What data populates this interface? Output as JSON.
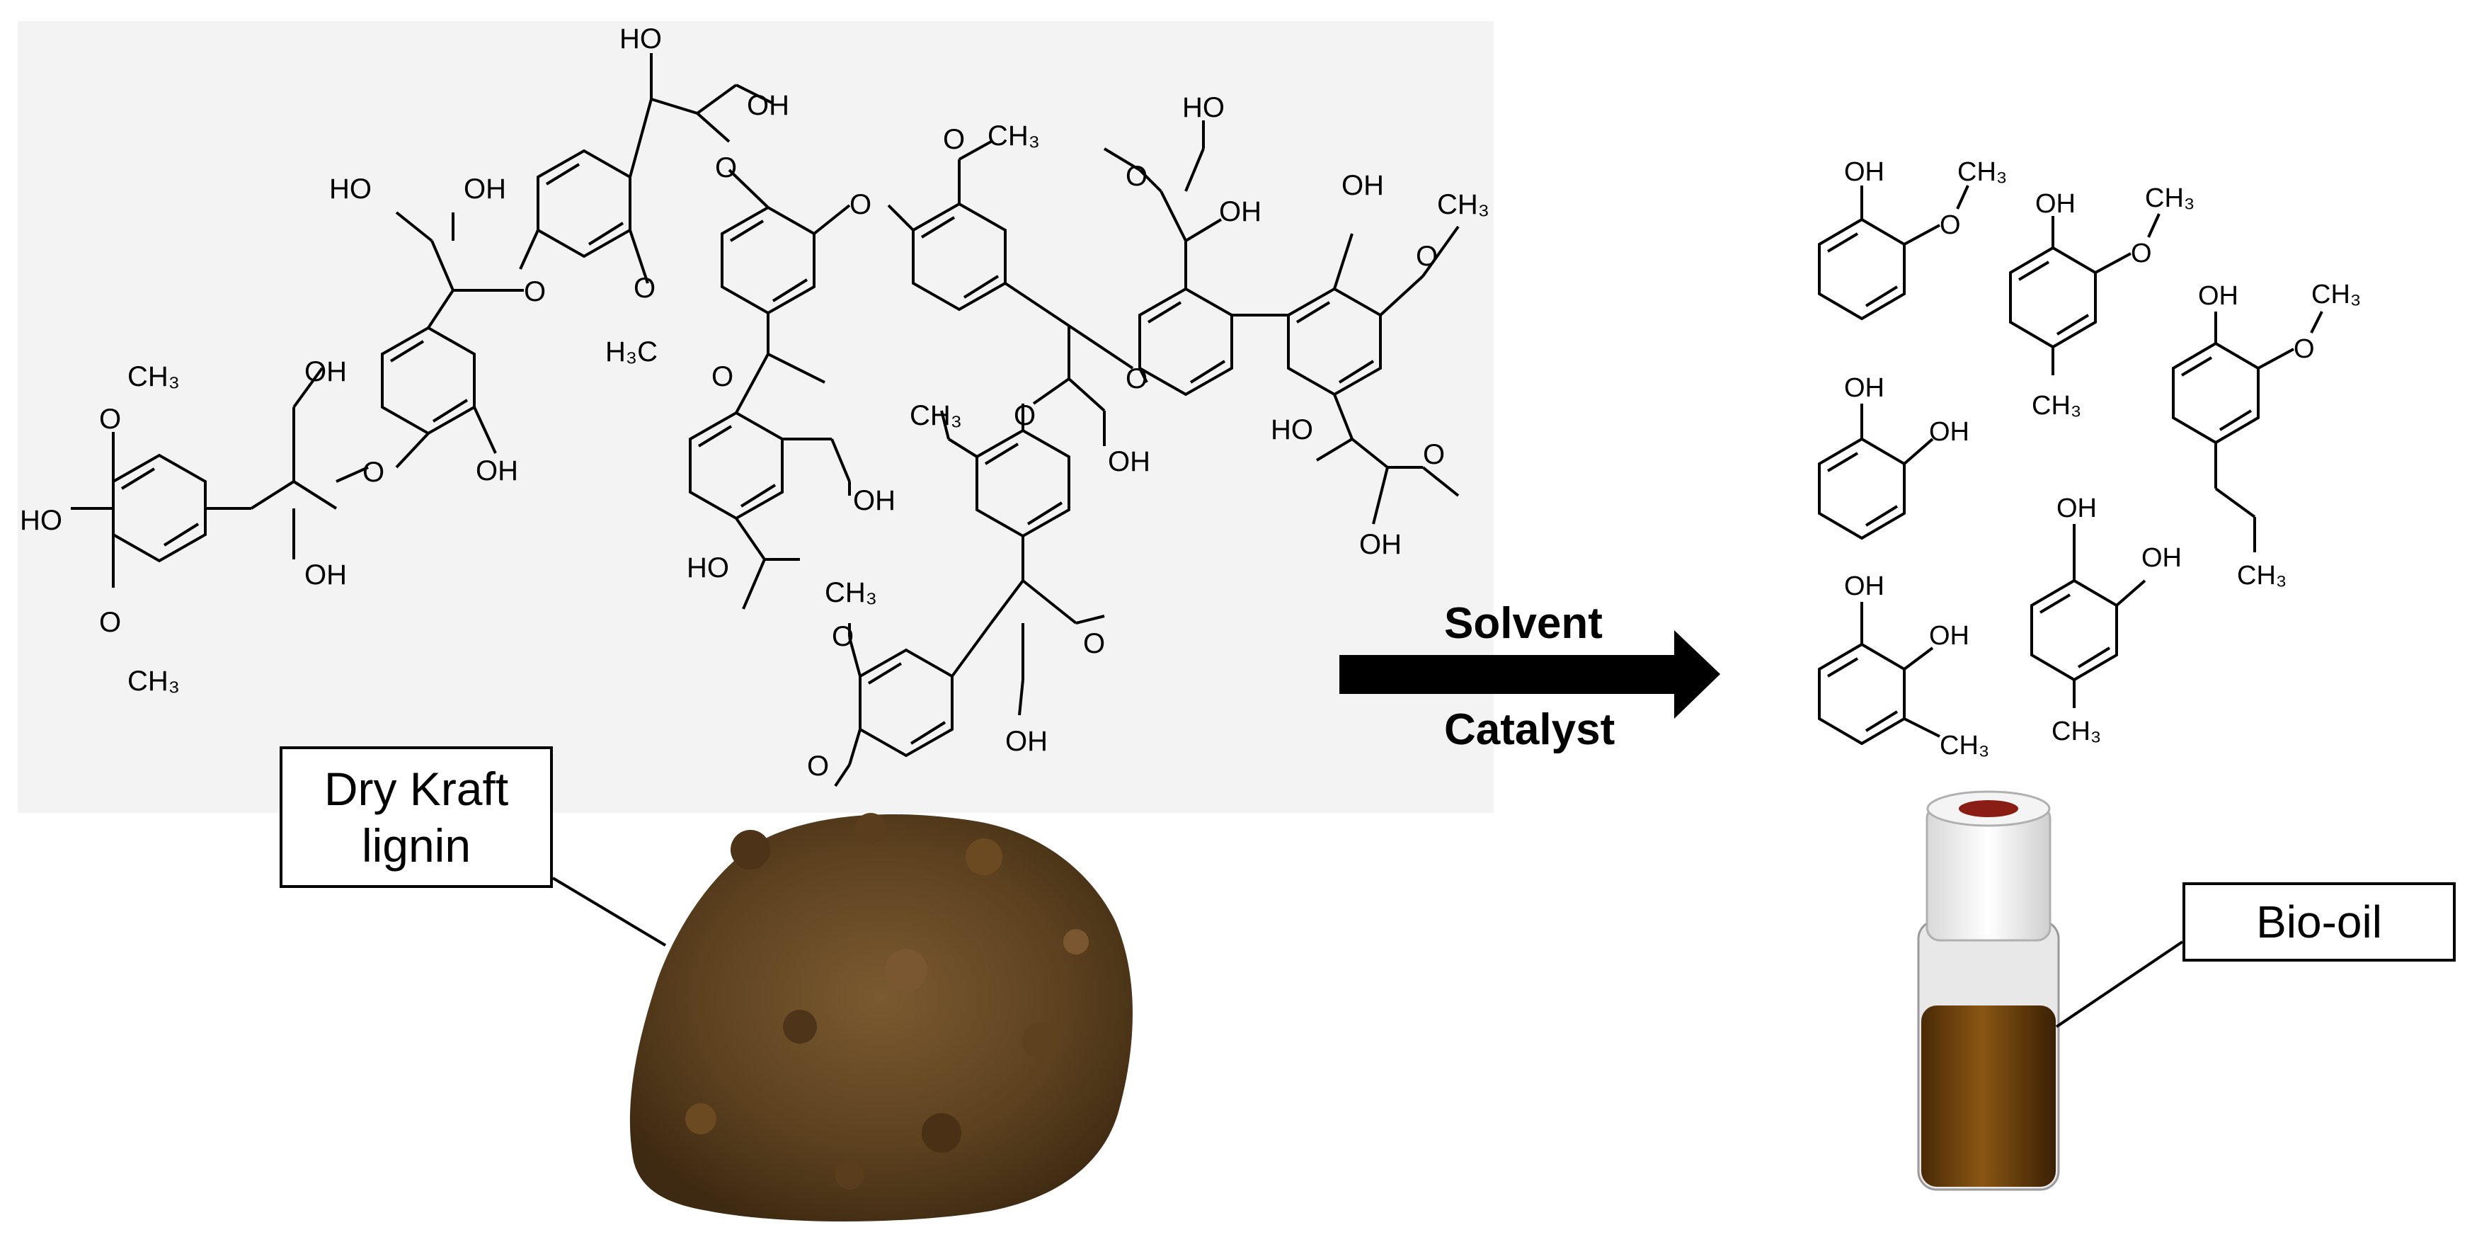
{
  "colors": {
    "panel": "#f3f3f3",
    "bond": "#000000",
    "lignin_brown": "#6b4a22",
    "oil_amber": "#7a4a0e"
  },
  "reaction": {
    "line1": "Solvent",
    "line2": "Catalyst"
  },
  "callouts": {
    "lignin_line1": "Dry Kraft",
    "lignin_line2": "lignin",
    "biooil": "Bio-oil"
  },
  "structure_labels": {
    "ho": "HO",
    "oh": "OH",
    "o": "O",
    "ch3": "CH₃",
    "h3c": "H₃C"
  }
}
